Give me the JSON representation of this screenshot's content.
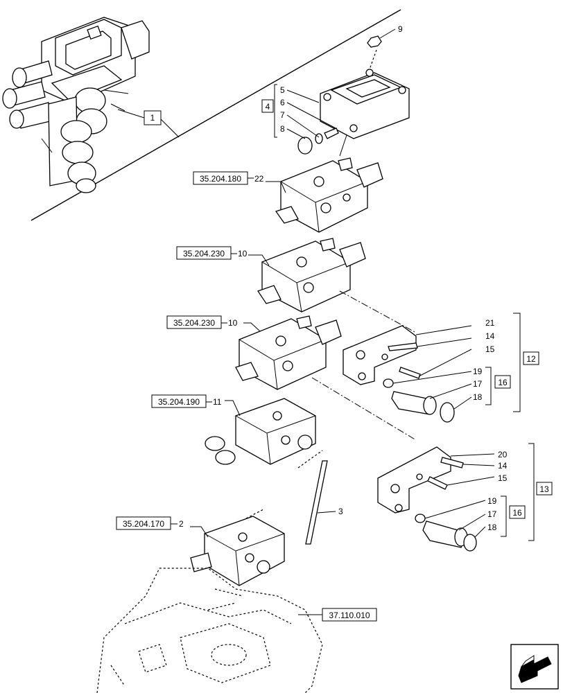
{
  "callouts": {
    "c1": "1",
    "c2": "2",
    "c3": "3",
    "c4": "4",
    "c5": "5",
    "c6": "6",
    "c7": "7",
    "c8": "8",
    "c9": "9",
    "c10a": "10",
    "c10b": "10",
    "c11": "11",
    "c12": "12",
    "c13": "13",
    "c14a": "14",
    "c14b": "14",
    "c15a": "15",
    "c15b": "15",
    "c16a": "16",
    "c16b": "16",
    "c17a": "17",
    "c17b": "17",
    "c18a": "18",
    "c18b": "18",
    "c19a": "19",
    "c19b": "19",
    "c20": "20",
    "c21": "21",
    "c22": "22"
  },
  "refs": {
    "r180": "35.204.180",
    "r230a": "35.204.230",
    "r230b": "35.204.230",
    "r190": "35.204.190",
    "r170": "35.204.170",
    "r110": "37.110.010"
  },
  "icons": {
    "nav": "next-page-arrow-icon"
  }
}
